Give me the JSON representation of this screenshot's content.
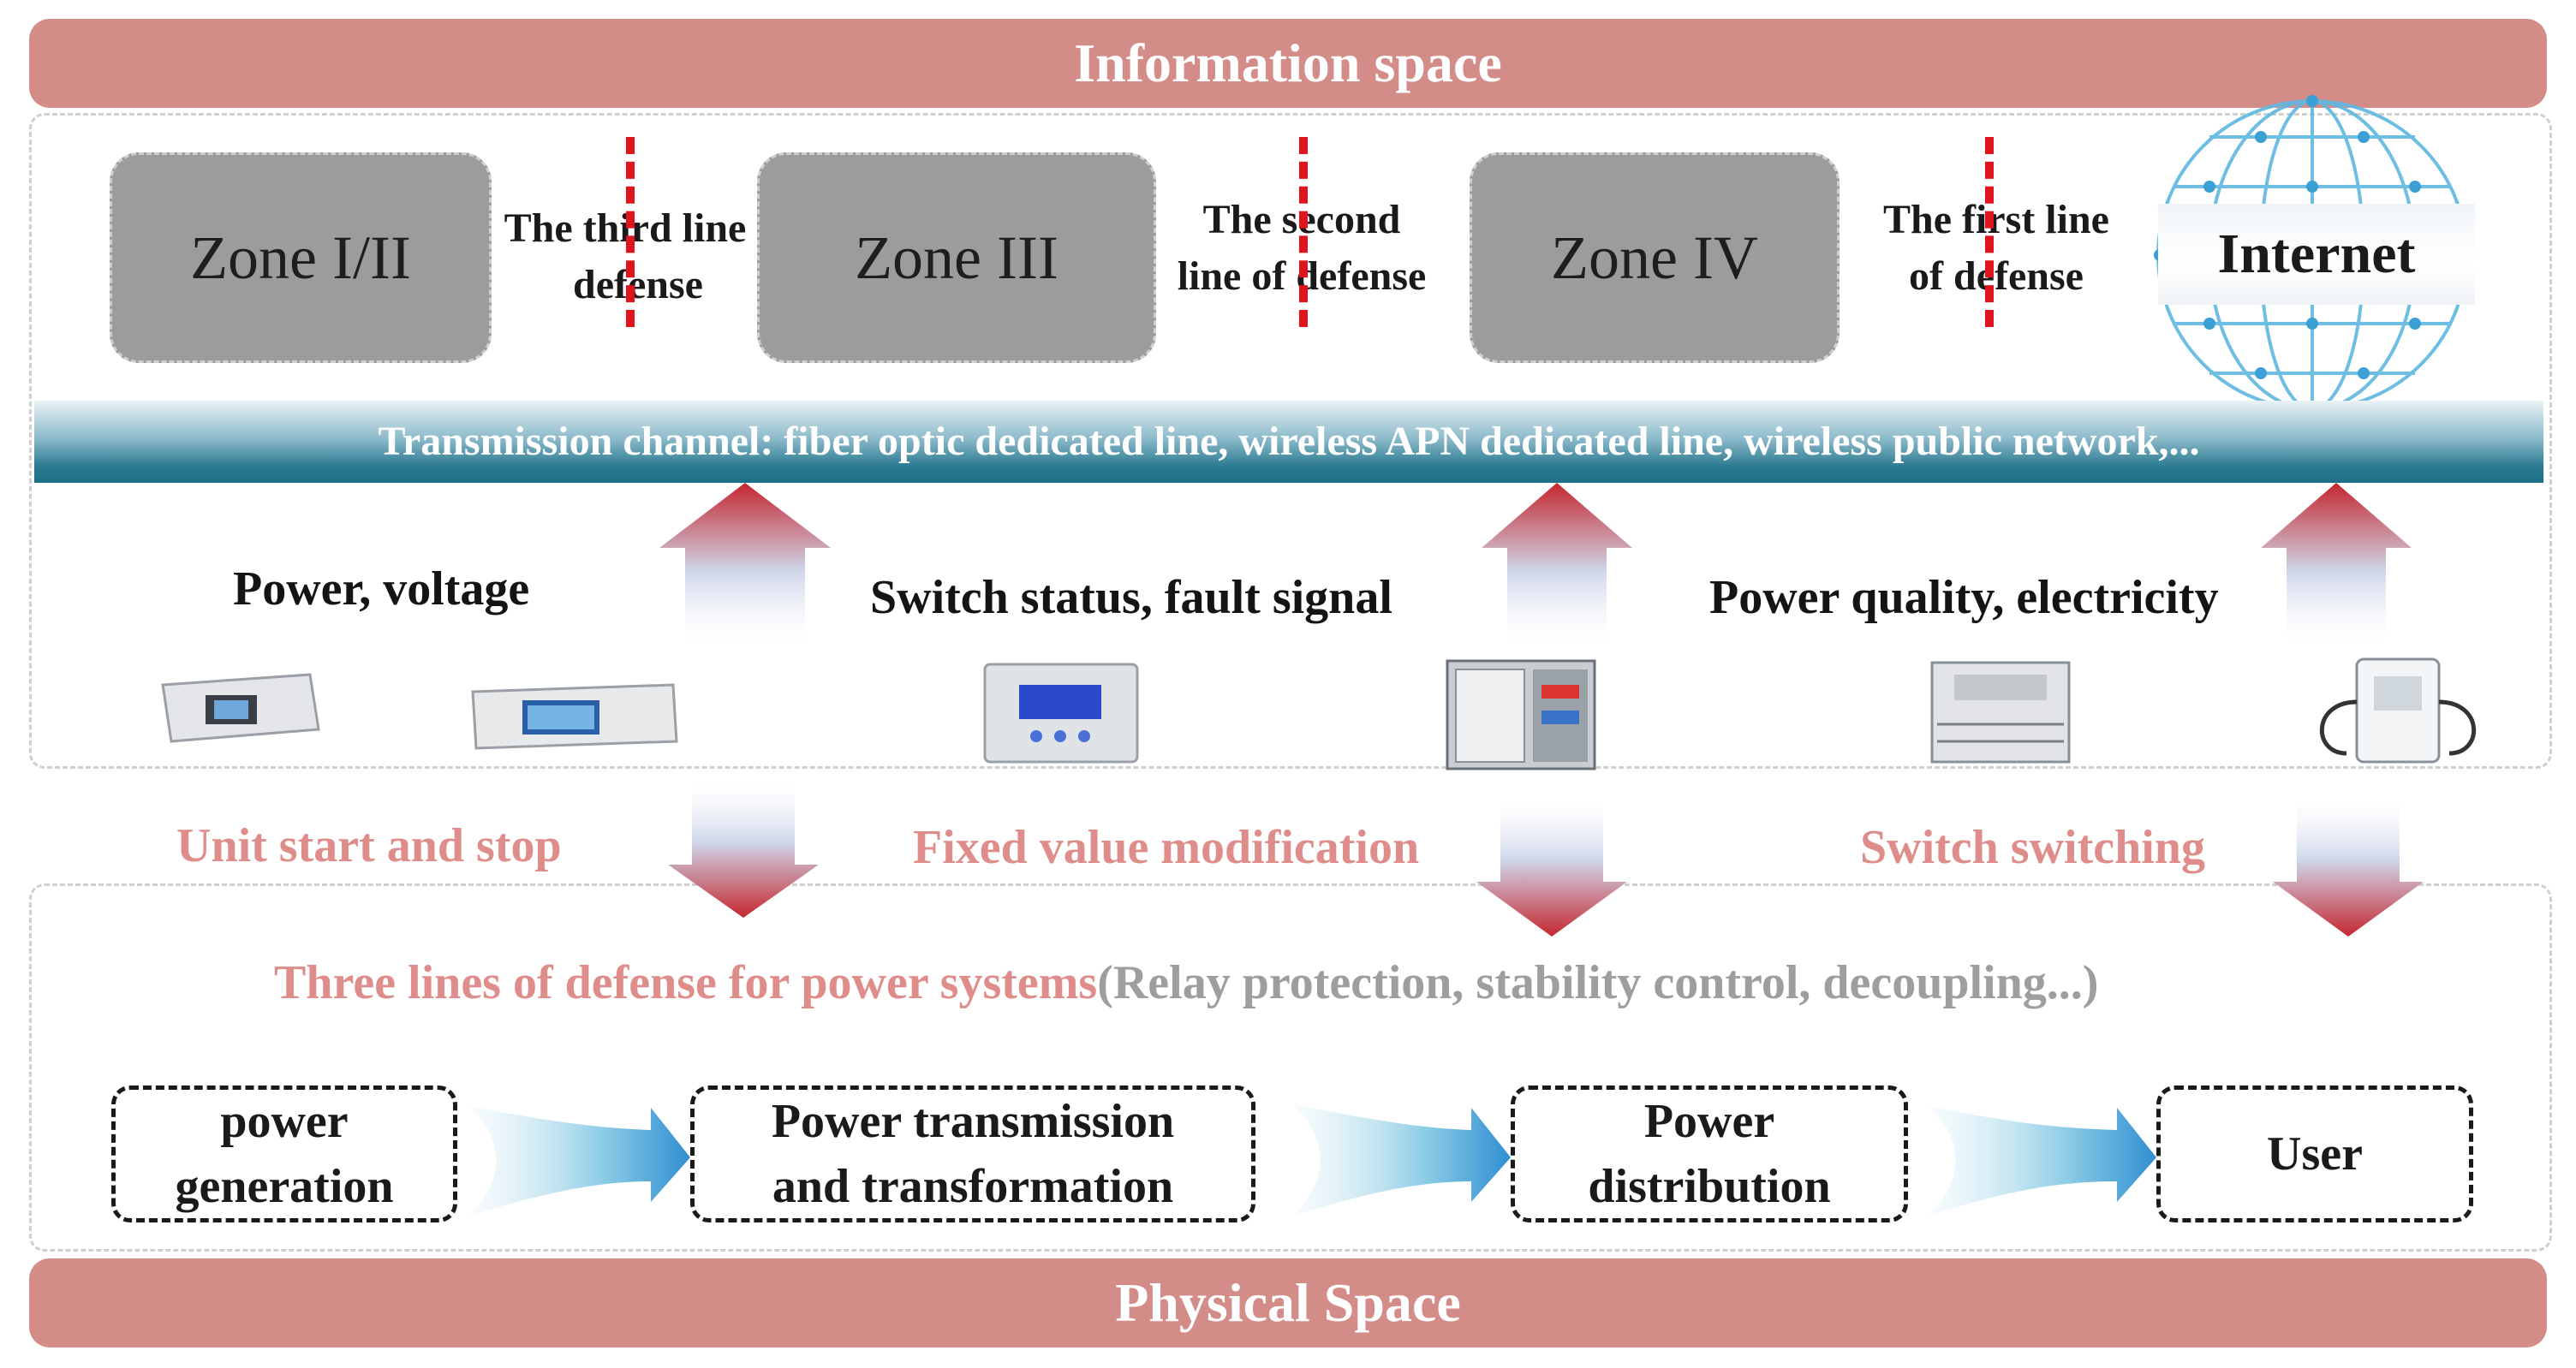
{
  "bands": {
    "information": "Information space",
    "physical": "Physical Space"
  },
  "zones": [
    "Zone I/II",
    "Zone III",
    "Zone IV"
  ],
  "defense_lines": {
    "third": [
      "The third line",
      "defense"
    ],
    "second": [
      "The second",
      "line of defense"
    ],
    "first": [
      "The first line",
      "of defense"
    ]
  },
  "internet": "Internet",
  "channel": "Transmission channel: fiber optic dedicated line, wireless APN dedicated line, wireless public network,...",
  "measurements": [
    "Power, voltage",
    "Switch status, fault signal",
    "Power quality, electricity"
  ],
  "commands": [
    "Unit start and stop",
    "Fixed value modification",
    "Switch switching"
  ],
  "defense_heading": {
    "main": "Three lines of defense for power systems",
    "detail": "(Relay protection, stability control, decoupling...)"
  },
  "stages": {
    "generation": [
      "power",
      "generation"
    ],
    "transmission": [
      "Power transmission",
      "and transformation"
    ],
    "distribution": [
      "Power",
      "distribution"
    ],
    "user": "User"
  },
  "colors": {
    "band": "#d48c89",
    "zone": "#9c9c9c",
    "defense_line": "#e0141e",
    "command_text": "#df8d8a",
    "channel_dark": "#1b6f87",
    "flow_arrow": "#2f8fd2"
  }
}
